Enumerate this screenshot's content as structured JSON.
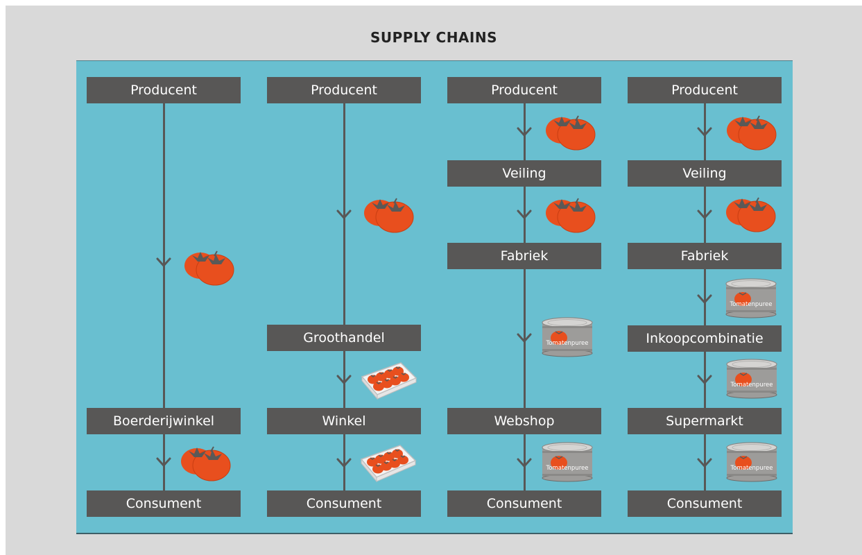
{
  "title": "SUPPLY CHAINS",
  "colors": {
    "background": "#d9d9d9",
    "panel": "#69bfd0",
    "box": "#585756",
    "box_text": "#ffffff",
    "tomato": "#e84f1e"
  },
  "can_label": "Tomatenpuree",
  "chains": [
    {
      "nodes": [
        "Producent",
        "Boerderijwinkel",
        "Consument"
      ],
      "products": [
        "tomatoes-icon",
        "tomatoes-icon"
      ]
    },
    {
      "nodes": [
        "Producent",
        "Groothandel",
        "Winkel",
        "Consument"
      ],
      "products": [
        "tomatoes-icon",
        "tomato-tray-icon",
        "tomato-tray-icon"
      ]
    },
    {
      "nodes": [
        "Producent",
        "Veiling",
        "Fabriek",
        "Webshop",
        "Consument"
      ],
      "products": [
        "tomatoes-icon",
        "tomatoes-icon",
        "can-icon",
        "can-icon"
      ]
    },
    {
      "nodes": [
        "Producent",
        "Veiling",
        "Fabriek",
        "Inkoopcombinatie",
        "Supermarkt",
        "Consument"
      ],
      "products": [
        "tomatoes-icon",
        "tomatoes-icon",
        "can-icon",
        "can-icon",
        "can-icon"
      ]
    }
  ]
}
